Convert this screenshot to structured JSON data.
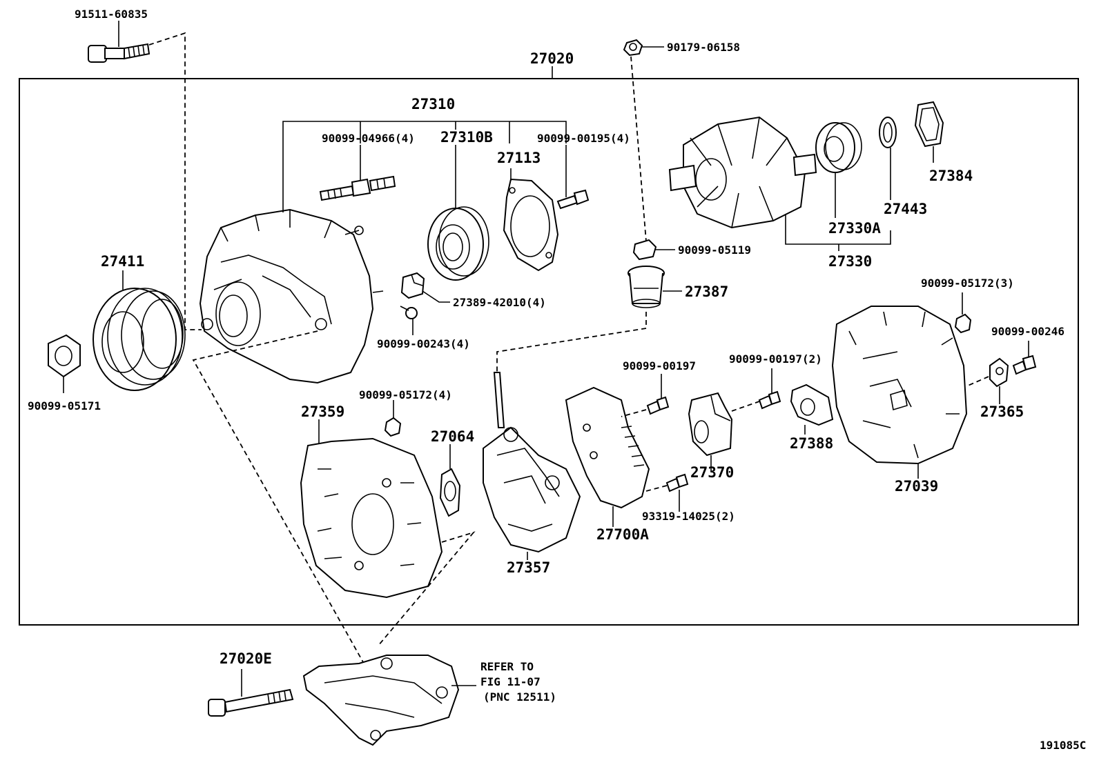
{
  "diagram_id": "191085C",
  "labels": {
    "p_91511_60835": "91511-60835",
    "p_27020": "27020",
    "p_90179_06158": "90179-06158",
    "p_27310": "27310",
    "p_90099_04966": "90099-04966(4)",
    "p_27310B": "27310B",
    "p_27113": "27113",
    "p_90099_00195": "90099-00195(4)",
    "p_27384": "27384",
    "p_27443": "27443",
    "p_27330A": "27330A",
    "p_27330": "27330",
    "p_90099_05119": "90099-05119",
    "p_27387": "27387",
    "p_27411": "27411",
    "p_27389_42010": "27389-42010(4)",
    "p_90099_00243": "90099-00243(4)",
    "p_90099_05172_3": "90099-05172(3)",
    "p_90099_00246": "90099-00246",
    "p_90099_05171": "90099-05171",
    "p_90099_00197": "90099-00197",
    "p_90099_00197_2": "90099-00197(2)",
    "p_27365": "27365",
    "p_90099_05172_4": "90099-05172(4)",
    "p_27359": "27359",
    "p_27064": "27064",
    "p_27388": "27388",
    "p_27370": "27370",
    "p_27039": "27039",
    "p_93319_14025": "93319-14025(2)",
    "p_27700A": "27700A",
    "p_27357": "27357",
    "p_27020E": "27020E",
    "refer_line1": "REFER TO",
    "refer_line2": "FIG 11-07",
    "refer_line3": "(PNC 12511)"
  }
}
